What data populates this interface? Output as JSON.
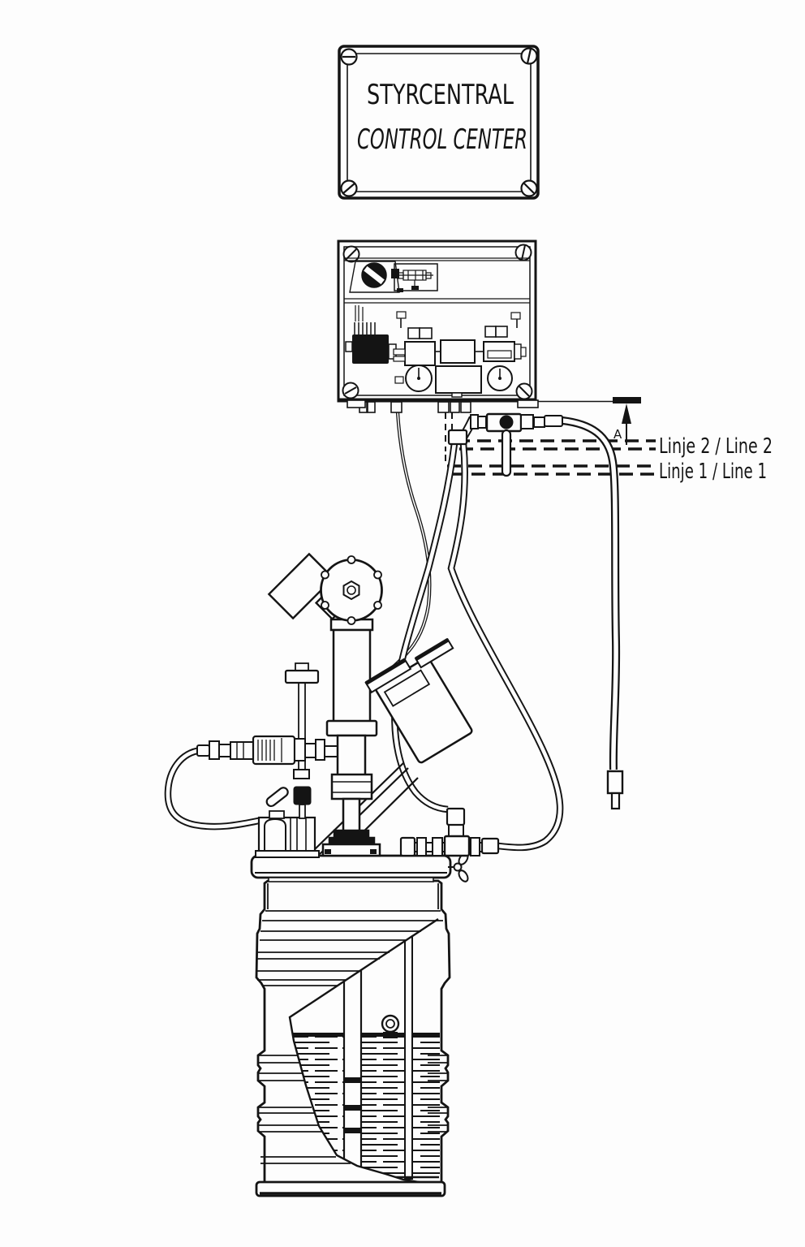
{
  "sign": {
    "title_sv": "STYRCENTRAL",
    "title_en": "CONTROL CENTER"
  },
  "callouts": {
    "line2_label": "Linje 2 / Line 2",
    "line1_label": "Linje 1 / Line 1",
    "point_label": "A"
  },
  "components": {
    "control_box": "pneumatic-control-unit",
    "pump": "drum-pump",
    "drum": "grease-drum-with-cutaway"
  },
  "colors": {
    "ink": "#141414",
    "paper": "#fdfdfd"
  }
}
